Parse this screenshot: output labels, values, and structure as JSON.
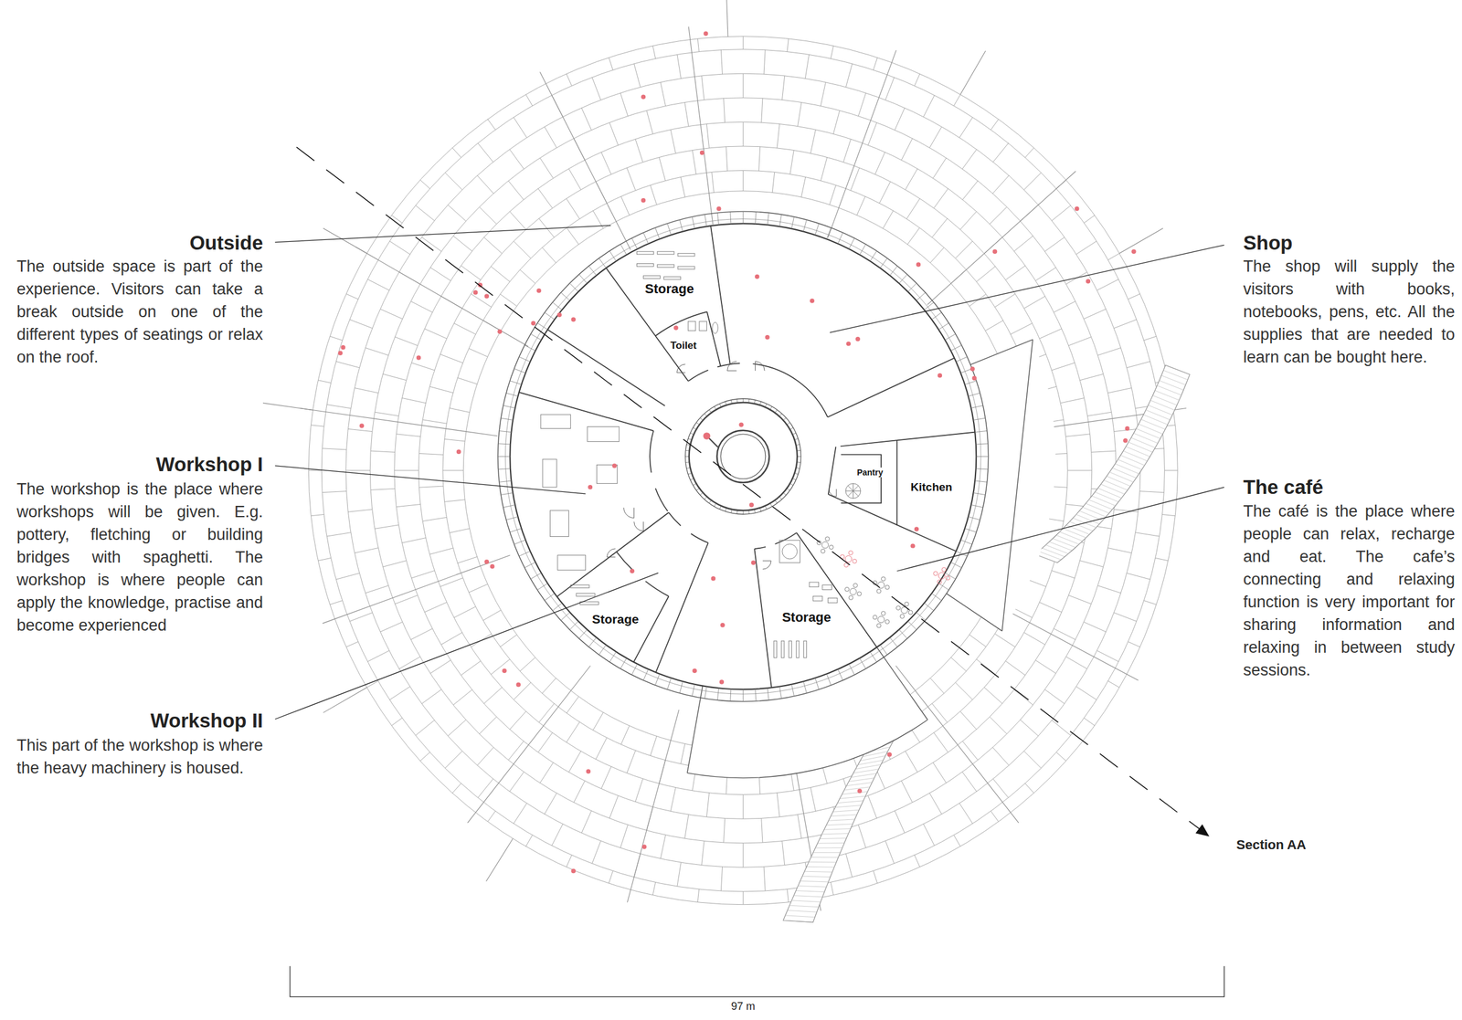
{
  "diagram": {
    "labels": [
      "Outside",
      "The outside space is part of the experience. Visitors can take a break outside on one of the different types of seatings or relax on the roof.",
      "Workshop I",
      "The workshop is the place where workshops will be given. E.g. pottery, fletching or building bridges with spaghetti. The workshop is where people can apply the knowledge, practise and become experienced",
      "Workshop II",
      "This part of the workshop is where the heavy machinery is housed.",
      "Shop",
      "The shop will supply the visitors with books, notebooks, pens, etc. All the supplies that are needed to learn can be bought here.",
      "The café",
      "The café is the place where people can relax, recharge and eat. The cafe’s connecting and relaxing function is very important for sharing information and relaxing in between study sessions.",
      "Storage",
      "Toilet",
      "Pantry",
      "Kitchen",
      "Storage",
      "Storage",
      "Section AA",
      "97 m"
    ]
  }
}
